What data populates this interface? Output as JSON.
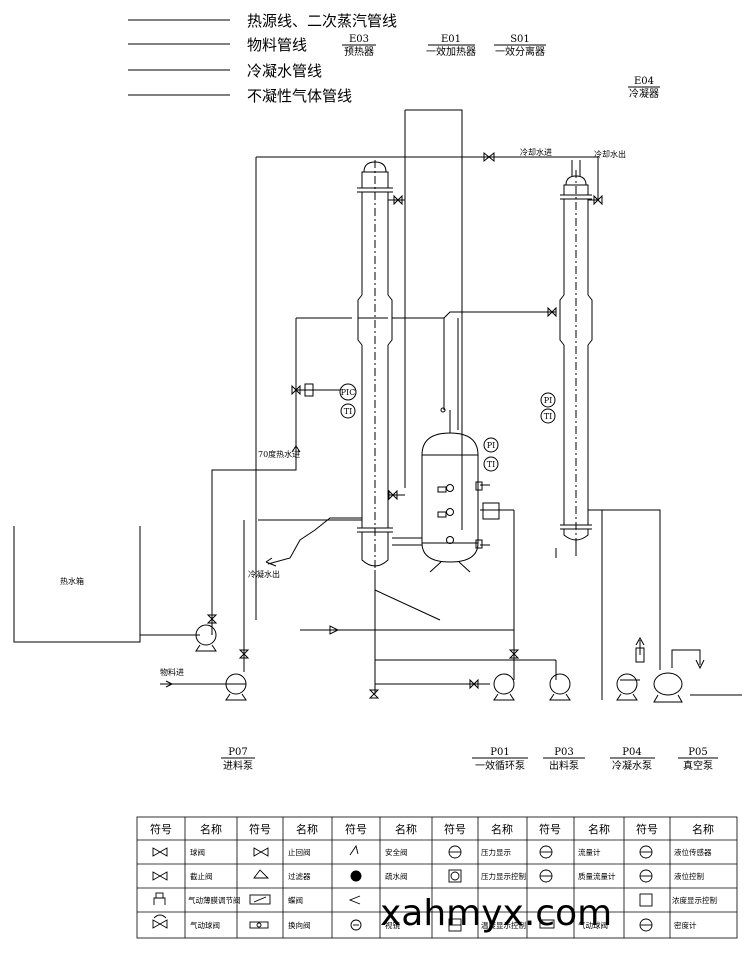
{
  "legend": [
    "热源线、二次蒸汽管线",
    "物料管线",
    "冷凝水管线",
    "不凝性气体管线"
  ],
  "equipment_tags": [
    {
      "code": "E03",
      "name": "预热器"
    },
    {
      "code": "E01",
      "name": "一效加热器"
    },
    {
      "code": "S01",
      "name": "一效分离器"
    },
    {
      "code": "E04",
      "name": "冷凝器"
    },
    {
      "code": "P07",
      "name": "进料泵"
    },
    {
      "code": "P01",
      "name": "一效循环泵"
    },
    {
      "code": "P03",
      "name": "出料泵"
    },
    {
      "code": "P04",
      "name": "冷凝水泵"
    },
    {
      "code": "P05",
      "name": "真空泵"
    }
  ],
  "instrument_tags": {
    "pi": "PI",
    "ti": "TI",
    "pic": "PIC"
  },
  "stream_labels": {
    "cooling_in": "冷却水进",
    "cooling_out": "冷却水出",
    "hot_water_in": "70度热水进",
    "condensate_out": "冷凝水出",
    "feed_in": "物料进",
    "hot_water_tank": "热水箱"
  },
  "symbol_table": {
    "header_symbol": "符号",
    "header_name": "名称",
    "rows": [
      [
        "球阀",
        "止回阀",
        "安全阀",
        "压力显示",
        "流量计",
        "液位传感器"
      ],
      [
        "截止阀",
        "过滤器",
        "疏水阀",
        "压力显示控制",
        "质量流量计",
        "液位控制"
      ],
      [
        "气动薄膜调节阀",
        "蝶阀",
        "",
        "",
        "",
        "浓度显示控制"
      ],
      [
        "气动球阀",
        "换向阀",
        "视镜",
        "温度显示控制",
        "气动球阀",
        "密度计"
      ]
    ]
  },
  "watermark": "xahmyx.com"
}
